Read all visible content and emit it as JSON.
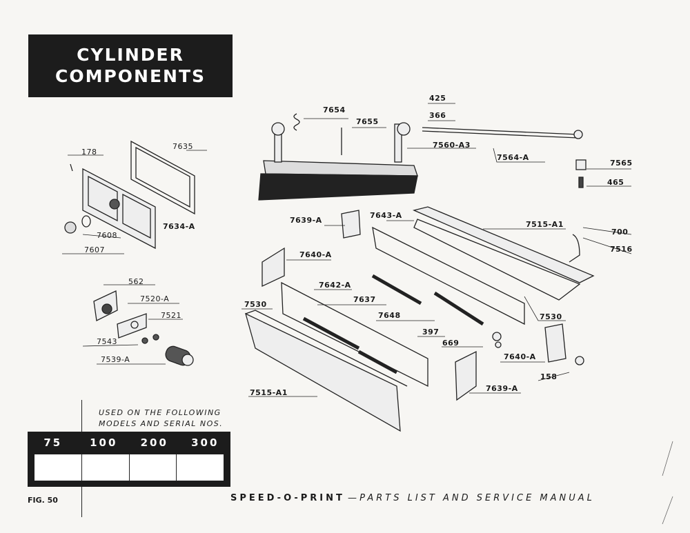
{
  "title": {
    "line1": "CYLINDER",
    "line2": "COMPONENTS"
  },
  "labels": {
    "p425": "425",
    "p366": "366",
    "p7654": "7654",
    "p7655": "7655",
    "p7560a3": "7560-A3",
    "p7564a": "7564-A",
    "p7565": "7565",
    "p465": "465",
    "p7635": "7635",
    "p178": "178",
    "p7634a": "7634-A",
    "p7608": "7608",
    "p7607": "7607",
    "p562": "562",
    "p7520a": "7520-A",
    "p7521": "7521",
    "p7543": "7543",
    "p7539a": "7539-A",
    "p7639a_top": "7639-A",
    "p7643a": "7643-A",
    "p7515a1_top": "7515-A1",
    "p700": "700",
    "p7516": "7516",
    "p7640a_left": "7640-A",
    "p7642a": "7642-A",
    "p7530_left": "7530",
    "p7637": "7637",
    "p7648": "7648",
    "p7530_right": "7530",
    "p397": "397",
    "p669": "669",
    "p7640a_right": "7640-A",
    "p158": "158",
    "p7639a_bottom": "7639-A",
    "p7515a1_bottom": "7515-A1"
  },
  "models_note": {
    "line1": "USED ON THE FOLLOWING",
    "line2": "MODELS AND SERIAL NOS."
  },
  "models": [
    "75",
    "100",
    "200",
    "300"
  ],
  "figure": "FIG. 50",
  "footer": {
    "brand": "SPEED-O-PRINT",
    "dash": " — ",
    "subtitle": "PARTS LIST AND SERVICE MANUAL"
  }
}
